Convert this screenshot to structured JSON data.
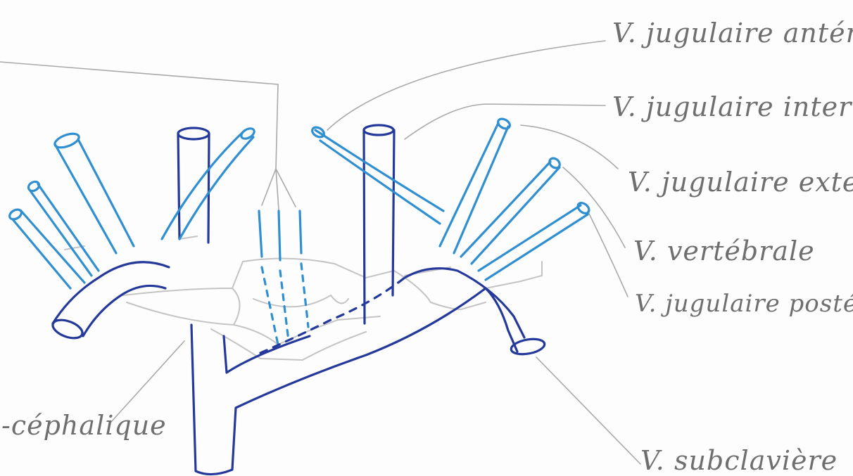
{
  "labels": {
    "jugulaire_anterieure": "V. jugulaire antérieur",
    "jugulaire_interne": "V. jugulaire interne",
    "jugulaire_externe": "V. jugulaire externe",
    "vertebrale": "V. vertébrale",
    "jugulaire_posterieure": "V. jugulaire postérieure",
    "subclaviere": "V. subclavière",
    "cephalique": "-céphalique"
  },
  "colors": {
    "deep_vein": "#24399a",
    "superficial_vein": "#2f8fd0",
    "sketch_gray": "#c4c4c4",
    "leader_line": "#a9a9a9",
    "label_text": "#6f6f6f"
  }
}
